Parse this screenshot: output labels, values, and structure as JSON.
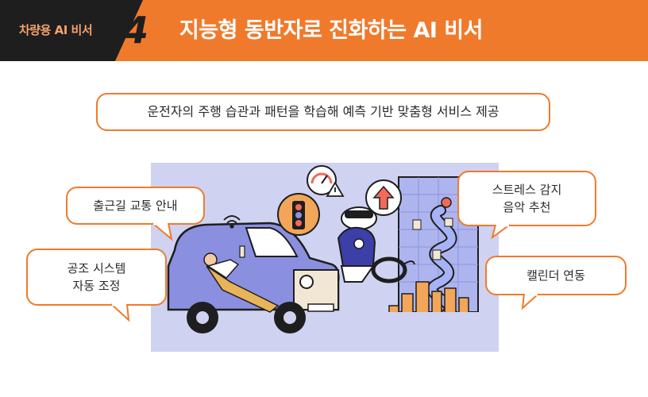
{
  "header": {
    "section_label": "차량용 AI 비서",
    "number": "4",
    "title": "지능형 동반자로 진화하는 AI 비서"
  },
  "subtitle": "운전자의 주행 습관과 패턴을 학습해 예측 기반 맞춤형 서비스 제공",
  "bubbles": {
    "commute": "출근길 교통 안내",
    "climate_line1": "공조 시스템",
    "climate_line2": "자동 조정",
    "stress_line1": "스트레스 감지",
    "stress_line2": "음악 추천",
    "calendar": "캘린더 연동"
  },
  "colors": {
    "accent": "#f07a2c",
    "dark": "#1e1e1e",
    "panel": "#cfd2f0"
  }
}
